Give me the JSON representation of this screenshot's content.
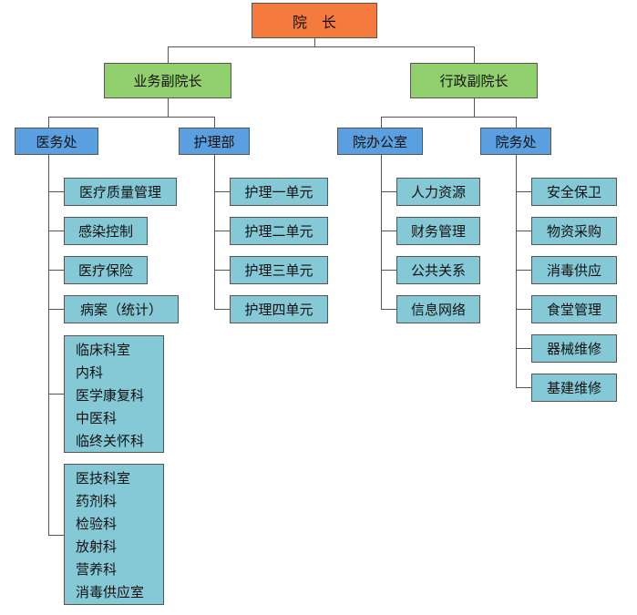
{
  "president": "院　长",
  "vp_business": {
    "title": "业务副院长",
    "medical_affairs": {
      "title": "医务处",
      "items": [
        "医疗质量管理",
        "感染控制",
        "医疗保险",
        "病案（统计）"
      ],
      "clinical_group": [
        "临床科室",
        "内科",
        "医学康复科",
        "中医科",
        "临终关怀科"
      ],
      "tech_group": [
        "医技科室",
        "药剂科",
        "检验科",
        "放射科",
        "营养科",
        "消毒供应室"
      ]
    },
    "nursing": {
      "title": "护理部",
      "items": [
        "护理一单元",
        "护理二单元",
        "护理三单元",
        "护理四单元"
      ]
    }
  },
  "vp_admin": {
    "title": "行政副院长",
    "office": {
      "title": "院办公室",
      "items": [
        "人力资源",
        "财务管理",
        "公共关系",
        "信息网络"
      ]
    },
    "hospital_affairs": {
      "title": "院务处",
      "items": [
        "安全保卫",
        "物资采购",
        "消毒供应",
        "食堂管理",
        "器械维修",
        "基建维修"
      ]
    }
  }
}
